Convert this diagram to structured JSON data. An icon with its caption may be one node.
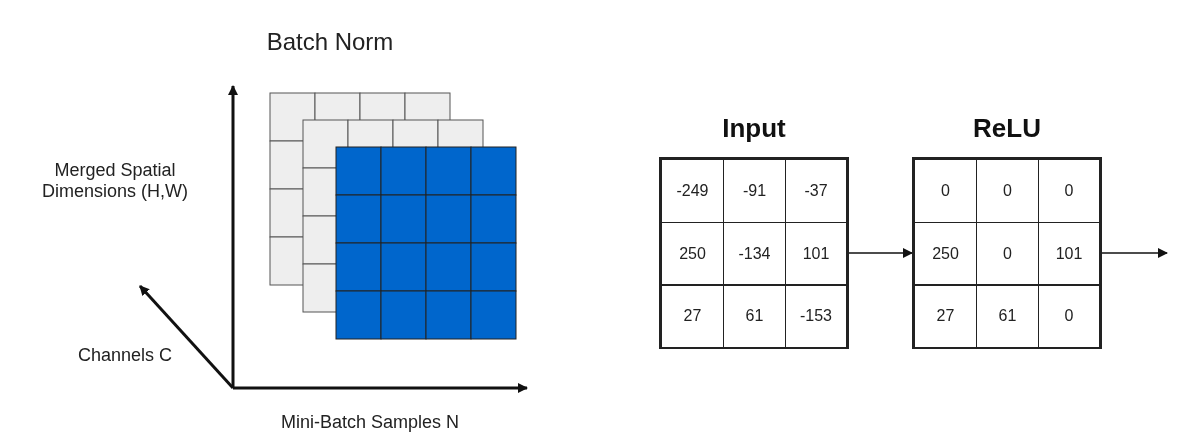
{
  "diagram": {
    "nodes": [
      {
        "text": [
          "Input"
        ]
      },
      {
        "text": [
          "-249"
        ],
        "in": 0
      },
      {
        "text": [
          "-91"
        ],
        "in": 0
      },
      {
        "text": [
          "-37"
        ],
        "in": 0
      },
      {
        "text": [
          "250"
        ],
        "in": 0
      },
      {
        "text": [
          "-134"
        ],
        "in": 0
      },
      {
        "text": [
          "101"
        ],
        "in": 0
      },
      {
        "text": [
          "27"
        ],
        "in": 0
      },
      {
        "text": [
          "61"
        ],
        "in": 0
      },
      {
        "text": [
          "-153"
        ],
        "in": 0
      },
      {
        "text": [
          "ReLU"
        ]
      },
      {
        "text": [
          "0"
        ],
        "in": 10
      },
      {
        "text": [
          "0"
        ],
        "in": 10
      },
      {
        "text": [
          "0"
        ],
        "in": 10
      },
      {
        "text": [
          "250"
        ],
        "in": 10
      },
      {
        "text": [
          "0"
        ],
        "in": 10
      },
      {
        "text": [
          "101"
        ],
        "in": 10
      },
      {
        "text": [
          "27"
        ],
        "in": 10
      },
      {
        "text": [
          "61"
        ],
        "in": 10
      },
      {
        "text": [
          "0"
        ],
        "in": 10
      }
    ],
    "edges": [
      {
        "from": 0,
        "to": 10,
        "arrow": "to"
      },
      {
        "from": 10,
        "to": null,
        "arrow": "to"
      }
    ],
    "labels": [
      "Batch Norm",
      "Merged Spatial Dimensions (H,W)",
      "Channels C",
      "Mini-Batch Samples N"
    ]
  }
}
